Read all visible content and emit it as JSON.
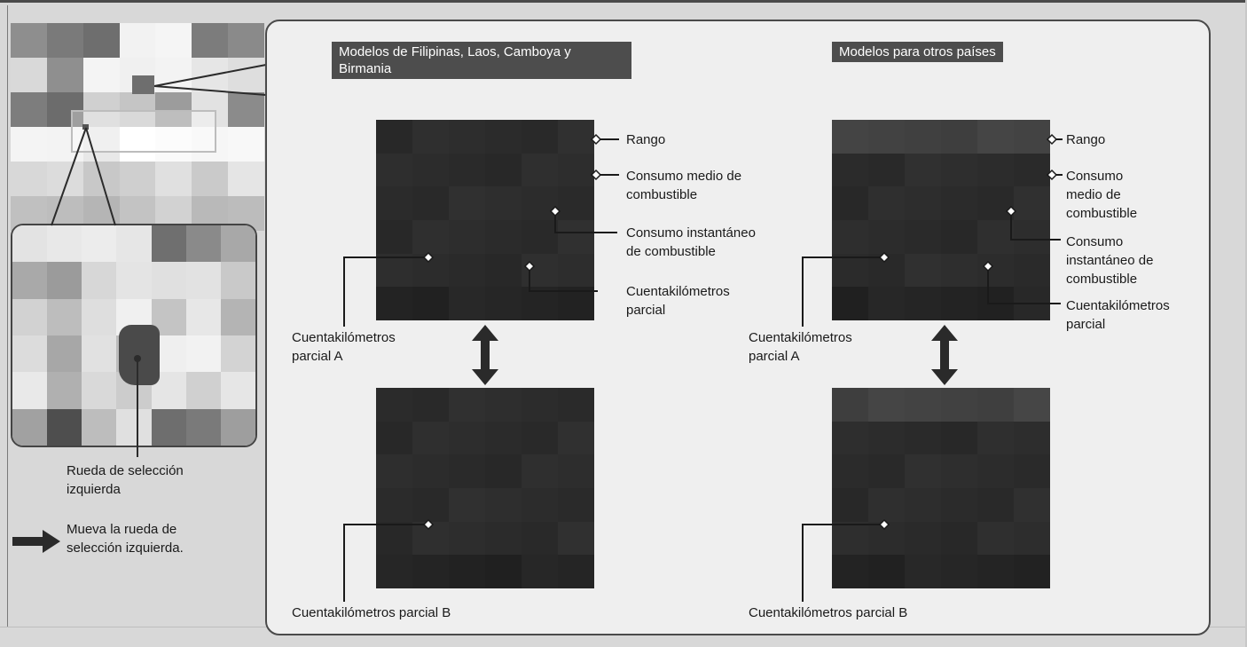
{
  "left_panel": {
    "wheel_label": "Rueda de selección\nizquierda",
    "legend_text": "Mueva la rueda de\nselección izquierda."
  },
  "philippines_models": {
    "heading": "Modelos de Filipinas, Laos, Camboya y\nBirmania",
    "range_label": "Rango",
    "avg_fuel_label": "Consumo medio de\ncombustible",
    "instant_fuel_label": "Consumo instantáneo\nde combustible",
    "trip_label": "Cuentakilómetros\nparcial",
    "trip_a_label": "Cuentakilómetros\nparcial A",
    "trip_b_label": "Cuentakilómetros parcial B"
  },
  "other_models": {
    "heading": "Modelos para otros países",
    "range_label": "Rango",
    "avg_fuel_label": "Consumo\nmedio de\ncombustible",
    "instant_fuel_label": "Consumo\ninstantáneo de\ncombustible",
    "trip_label": "Cuentakilómetros\nparcial",
    "trip_a_label": "Cuentakilómetros\nparcial A",
    "trip_b_label": "Cuentakilómetros parcial B"
  },
  "colors": {
    "screen_dark": "#2b2b2b",
    "heading_bg": "#4d4d4d",
    "panel_bg": "#efefef",
    "arrow": "#2a2a2a"
  },
  "icons": {
    "toggle_arrow": "double-vertical-arrow-icon",
    "legend_arrow": "right-arrow-icon"
  }
}
